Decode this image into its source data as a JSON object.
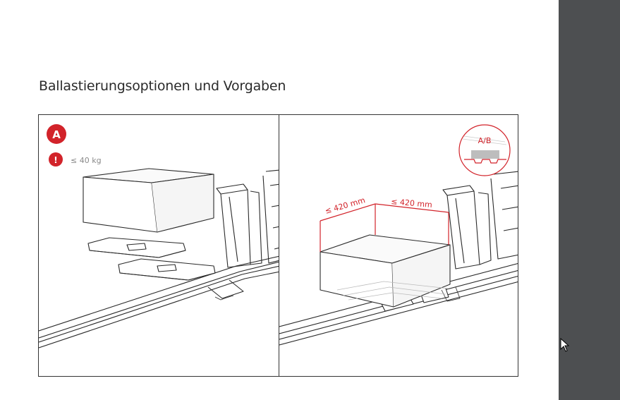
{
  "document": {
    "title": "Ballastierungsoptionen und Vorgaben"
  },
  "panel_a": {
    "badge_letter": "A",
    "warning_symbol": "!",
    "weight_limit": "≤ 40 kg"
  },
  "panel_b": {
    "detail_label": "A/B",
    "dimension_depth": "≤ 420 mm",
    "dimension_width": "≤ 420 mm"
  },
  "colors": {
    "accent_red": "#d2232a",
    "line_dark": "#2a2a2a",
    "sidebar": "#4d4f51"
  },
  "icons": [
    "warning-icon",
    "mouse-cursor-icon"
  ]
}
